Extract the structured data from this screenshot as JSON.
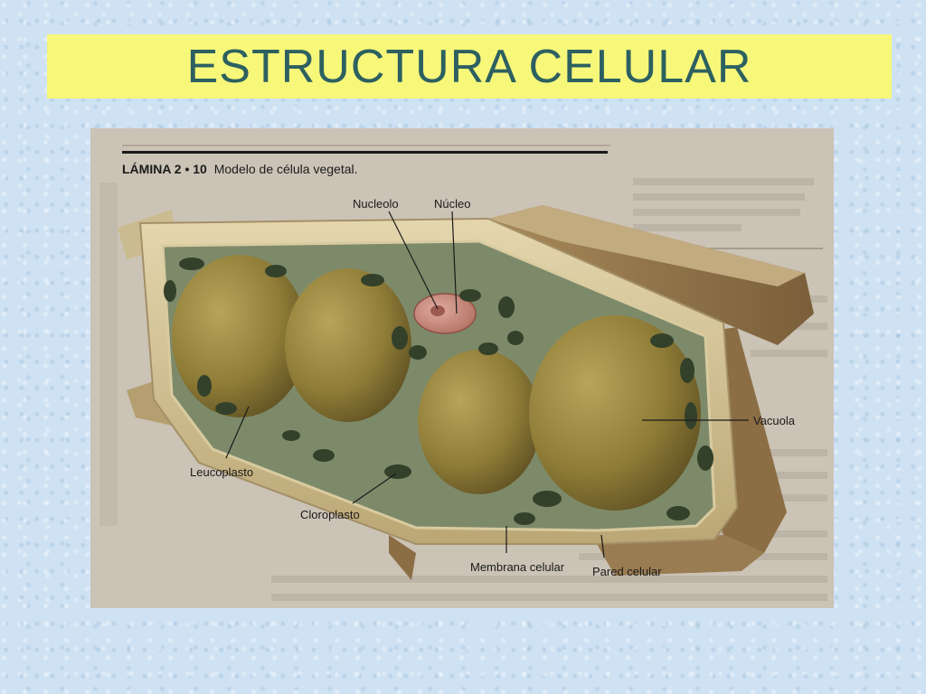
{
  "title": "ESTRUCTURA CELULAR",
  "figure": {
    "plate_number": "LÁMINA 2 • 10",
    "caption": "Modelo de célula vegetal.",
    "labels": {
      "nucleolo": "Nucleolo",
      "nucleo": "Núcleo",
      "vacuola": "Vacuola",
      "leucoplasto": "Leucoplasto",
      "cloroplasto": "Cloroplasto",
      "membrana": "Membrana celular",
      "pared": "Pared celular"
    }
  },
  "colors": {
    "title_bar": "#f7f77a",
    "title_text": "#2d6060",
    "page_background": "#cfe2f3",
    "cell_wall": "#c9b58a",
    "vacuole": "#8d7a35",
    "chloroplast": "#3c4a30",
    "nucleus": "#c98a7a"
  }
}
